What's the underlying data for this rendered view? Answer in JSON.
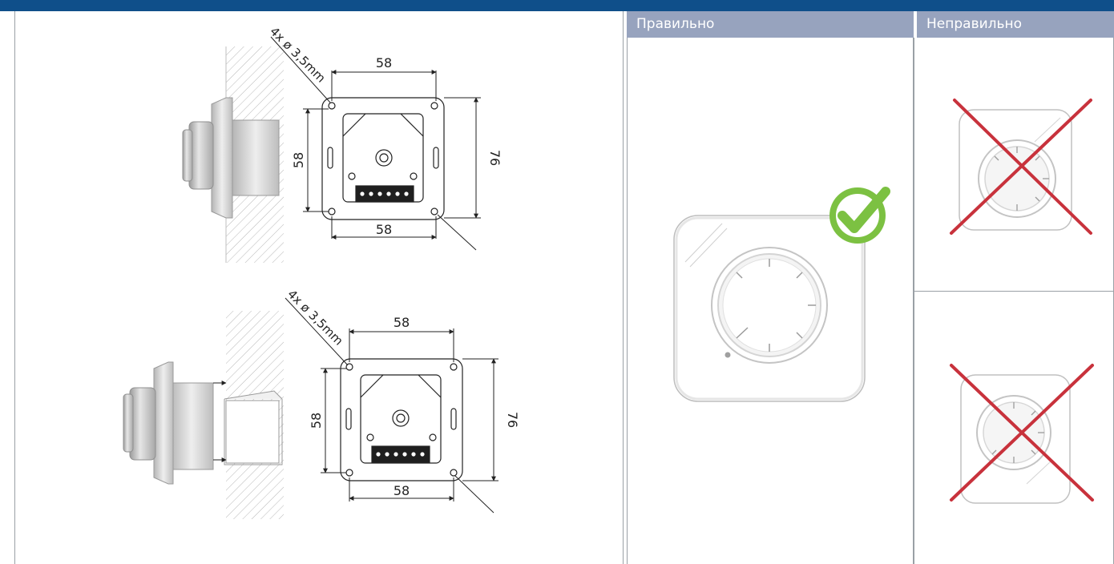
{
  "colors": {
    "header_bar": "#0f4f8a",
    "column_header": "#97a3be",
    "check_green": "#7cc142",
    "cross_red": "#c8323c"
  },
  "diagram_top": {
    "holes_label": "4x ø 3,5mm",
    "dim_top": "58",
    "dim_left": "58",
    "dim_right": "76",
    "dim_bottom": "58"
  },
  "diagram_bottom": {
    "holes_label": "4x ø 3,5mm",
    "dim_top": "58",
    "dim_left": "58",
    "dim_right": "76",
    "dim_bottom": "58"
  },
  "table": {
    "correct_header": "Правильно",
    "wrong_header": "Неправильно"
  },
  "icons": {
    "correct": "check-circle-icon",
    "wrong": "cross-icon"
  }
}
